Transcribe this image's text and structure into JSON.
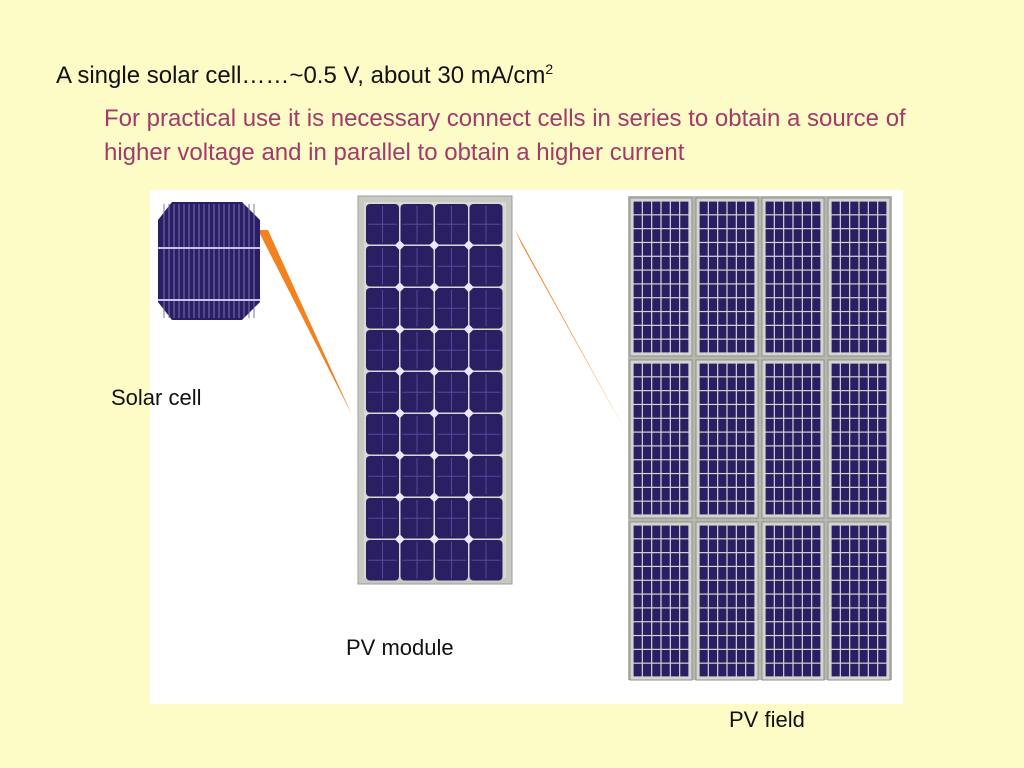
{
  "headline": {
    "text": "A single solar cell……~0.5 V,  about 30 mA/cm",
    "superscript": "2"
  },
  "subtext": "For practical use it is necessary connect cells in series to obtain a source of higher voltage and in parallel to obtain a higher current",
  "labels": {
    "solar_cell": "Solar cell",
    "pv_module": "PV module",
    "pv_field": "PV field"
  },
  "colors": {
    "background": "#fdfcc7",
    "subtext": "#a23a6a",
    "cell": "#2a1f62",
    "frame": "#c9c9c4",
    "arrow": "#f28220"
  }
}
